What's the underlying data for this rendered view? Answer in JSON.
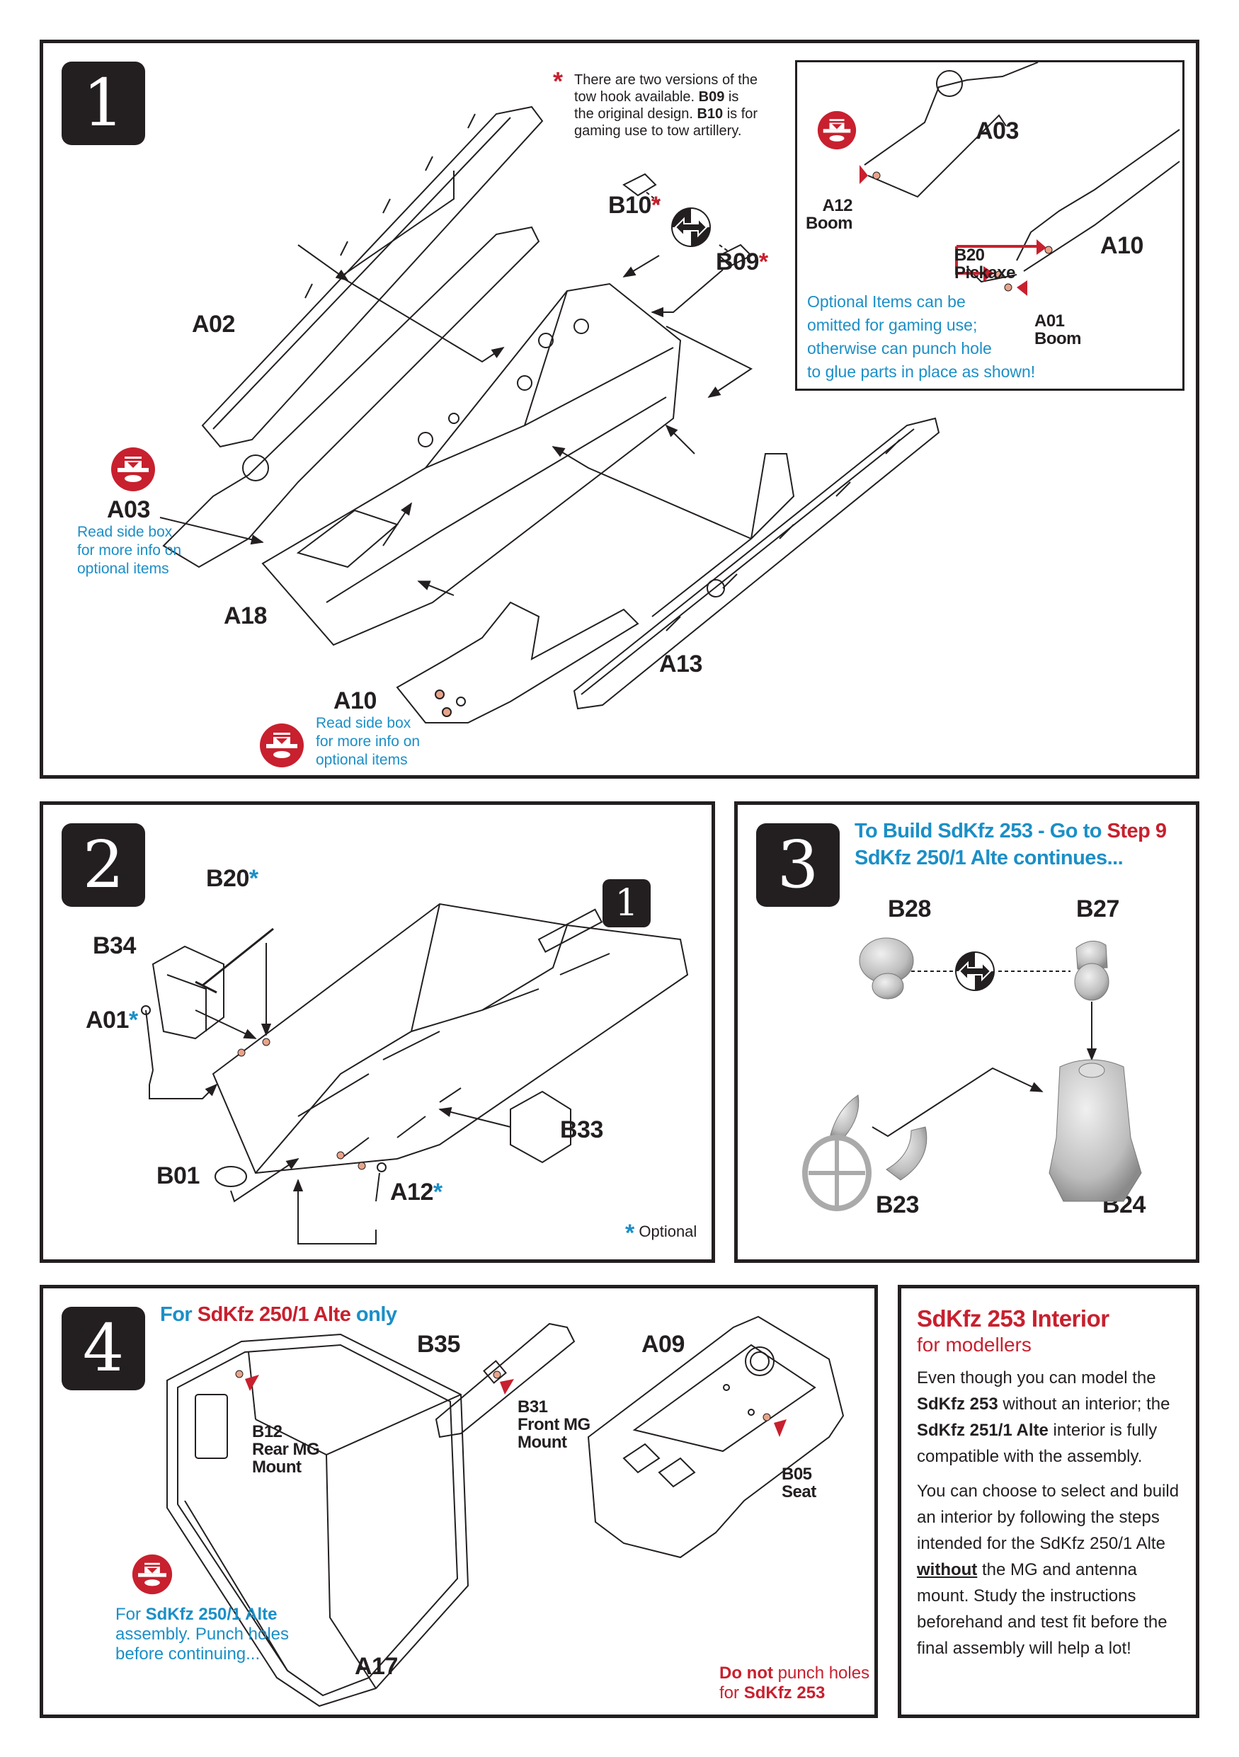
{
  "step1": {
    "number": "1",
    "note": {
      "asterisk": "*",
      "line1": "There are two versions of the",
      "line2_pre": "tow hook available.  ",
      "line2_bold": "B09",
      "line2_post": " is",
      "line3_pre": "the original design.  ",
      "line3_bold": "B10",
      "line3_post": " is for",
      "line4": "gaming use to tow artillery."
    },
    "labels": {
      "a02": "A02",
      "a03": "A03",
      "a18": "A18",
      "a10": "A10",
      "a13": "A13",
      "b10": "B10",
      "b09": "B09",
      "asterisk": "*"
    },
    "read_side_box": [
      "Read side box",
      "for more info on",
      "optional items"
    ],
    "inset": {
      "a03": "A03",
      "a12": "A12",
      "a12_sub": "Boom",
      "b20": "B20",
      "b20_sub": "Pickaxe",
      "a10": "A10",
      "a01": "A01",
      "a01_sub": "Boom",
      "note": [
        "Optional Items can be",
        "omitted for gaming use;",
        "otherwise can punch hole",
        "to glue parts in place as shown!"
      ]
    }
  },
  "step2": {
    "number": "2",
    "ref_step": "1",
    "labels": {
      "b20": "B20",
      "b34": "B34",
      "a01": "A01",
      "b01": "B01",
      "a12": "A12",
      "b33": "B33",
      "asterisk": "*"
    },
    "legend": {
      "asterisk": "*",
      "text": "Optional"
    }
  },
  "step3": {
    "number": "3",
    "heading_line1_pre": "To Build SdKfz 253 - Go to ",
    "heading_line1_red": "Step 9",
    "heading_line2": "SdKfz 250/1 Alte continues...",
    "labels": {
      "b28": "B28",
      "b27": "B27",
      "b23": "B23",
      "b24": "B24"
    }
  },
  "step4": {
    "number": "4",
    "heading_pre": "For ",
    "heading_red": "SdKfz 250/1 Alte",
    "heading_post": " only",
    "labels": {
      "b35": "B35",
      "a09": "A09",
      "b31": "B31",
      "b31_sub": "Front MG\nMount",
      "b05": "B05",
      "b05_sub": "Seat",
      "b12": "B12",
      "b12_sub": "Rear MG\nMount",
      "a17": "A17"
    },
    "punch_note": {
      "pre": "For ",
      "bold": "SdKfz 250/1 Alte",
      "line2": "assembly.  Punch holes",
      "line3": "before continuing..."
    },
    "dont_note": {
      "bold": "Do not",
      "post": " punch holes",
      "line2_pre": "for ",
      "line2_bold": "SdKfz 253"
    }
  },
  "sidebar": {
    "title": "SdKfz 253 Interior",
    "subtitle": "for modellers",
    "p1_pre": "Even though you can model the ",
    "p1_bold1": "SdKfz 253",
    "p1_mid": " without an interior; the ",
    "p1_bold2": "SdKfz 251/1 Alte",
    "p1_post": " interior is fully compatible with the assembly.",
    "p2_pre": "You can choose to select and build an interior by following the steps intended for the SdKfz 250/1 Alte ",
    "p2_under": "without",
    "p2_post": " the MG and antenna mount.  Study the instructions beforehand and test fit before the final assembly will help a lot!"
  },
  "colors": {
    "red": "#c8202e",
    "blue": "#1b8fc7",
    "dark": "#231f20",
    "peg": "#e8a48a"
  }
}
